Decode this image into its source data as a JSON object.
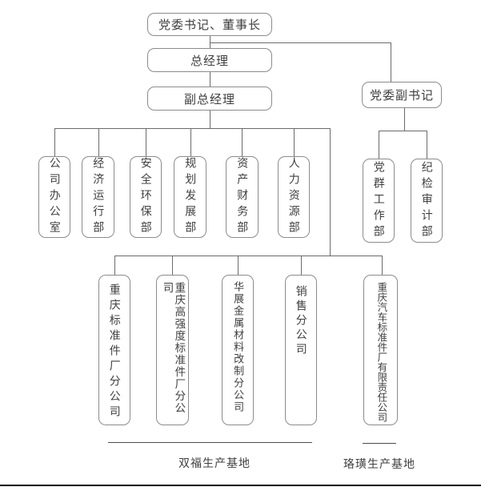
{
  "org": {
    "chairman": "党委书记、董事长",
    "general_manager": "总经理",
    "deputy_general_manager": "副总经理",
    "party_deputy_secretary": "党委副书记",
    "departments": [
      "公司办公室",
      "经济运行部",
      "安全环保部",
      "规划发展部",
      "资产财务部",
      "人力资源部"
    ],
    "party_departments": [
      "党群工作部",
      "纪检审计部"
    ],
    "branches": [
      "重庆标准件厂分公司",
      "重庆高强度标准件厂分公司",
      "华展金属材料改制分公司",
      "销售分公司",
      "重庆汽车标准件厂有限责任公司"
    ],
    "bases": [
      "双福生产基地",
      "珞璜生产基地"
    ]
  },
  "colors": {
    "background": "#ffffff",
    "box_border": "#8c8c8c",
    "connector": "#6b6b6b",
    "text": "#404040",
    "page_rule": "#000000"
  }
}
